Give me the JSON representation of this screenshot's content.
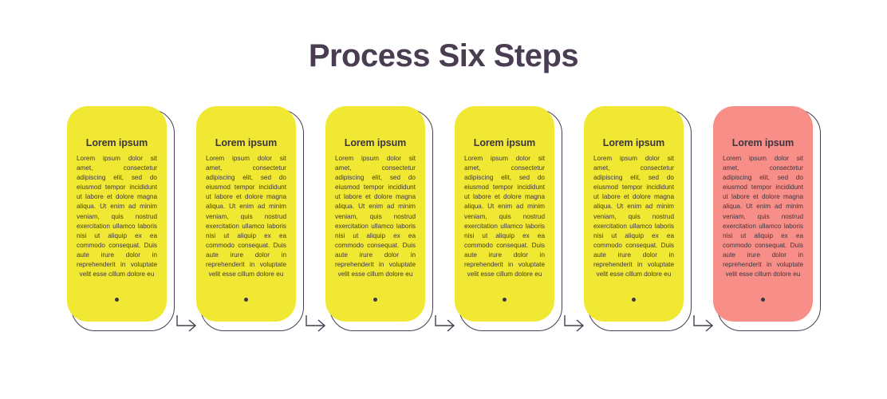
{
  "page": {
    "title": "Process Six Steps",
    "background_color": "#ffffff",
    "title_color": "#4a3d52"
  },
  "theme": {
    "yellow": "#f0e833",
    "salmon": "#f78e87",
    "outline": "#4a3d52",
    "text": "#3d3640"
  },
  "steps": [
    {
      "heading": "Lorem ipsum",
      "body": "Lorem ipsum dolor sit amet, consectetur adipiscing elit, sed do eiusmod tempor incididunt ut labore et dolore magna aliqua. Ut enim ad minim veniam, quis nostrud exercitation ullamco laboris nisi ut aliquip ex ea commodo consequat. Duis aute irure dolor in reprehenderit in voluptate velit esse cillum dolore eu",
      "color": "#f0e833"
    },
    {
      "heading": "Lorem ipsum",
      "body": "Lorem ipsum dolor sit amet, consectetur adipiscing elit, sed do eiusmod tempor incididunt ut labore et dolore magna aliqua. Ut enim ad minim veniam, quis nostrud exercitation ullamco laboris nisi ut aliquip ex ea commodo consequat. Duis aute irure dolor in reprehenderit in voluptate velit esse cillum dolore eu",
      "color": "#f0e833"
    },
    {
      "heading": "Lorem ipsum",
      "body": "Lorem ipsum dolor sit amet, consectetur adipiscing elit, sed do eiusmod tempor incididunt ut labore et dolore magna aliqua. Ut enim ad minim veniam, quis nostrud exercitation ullamco laboris nisi ut aliquip ex ea commodo consequat. Duis aute irure dolor in reprehenderit in voluptate velit esse cillum dolore eu",
      "color": "#f0e833"
    },
    {
      "heading": "Lorem ipsum",
      "body": "Lorem ipsum dolor sit amet, consectetur adipiscing elit, sed do eiusmod tempor incididunt ut labore et dolore magna aliqua. Ut enim ad minim veniam, quis nostrud exercitation ullamco laboris nisi ut aliquip ex ea commodo consequat. Duis aute irure dolor in reprehenderit in voluptate velit esse cillum dolore eu",
      "color": "#f0e833"
    },
    {
      "heading": "Lorem ipsum",
      "body": "Lorem ipsum dolor sit amet, consectetur adipiscing elit, sed do eiusmod tempor incididunt ut labore et dolore magna aliqua. Ut enim ad minim veniam, quis nostrud exercitation ullamco laboris nisi ut aliquip ex ea commodo consequat. Duis aute irure dolor in reprehenderit in voluptate velit esse cillum dolore eu",
      "color": "#f0e833"
    },
    {
      "heading": "Lorem ipsum",
      "body": "Lorem ipsum dolor sit amet, consectetur adipiscing elit, sed do eiusmod tempor incididunt ut labore et dolore magna aliqua. Ut enim ad minim veniam, quis nostrud exercitation ullamco laboris nisi ut aliquip ex ea commodo consequat. Duis aute irure dolor in reprehenderit in voluptate velit esse cillum dolore eu",
      "color": "#f78e87"
    }
  ],
  "connectors": {
    "count": 5,
    "icon": "arrow-right-icon"
  }
}
